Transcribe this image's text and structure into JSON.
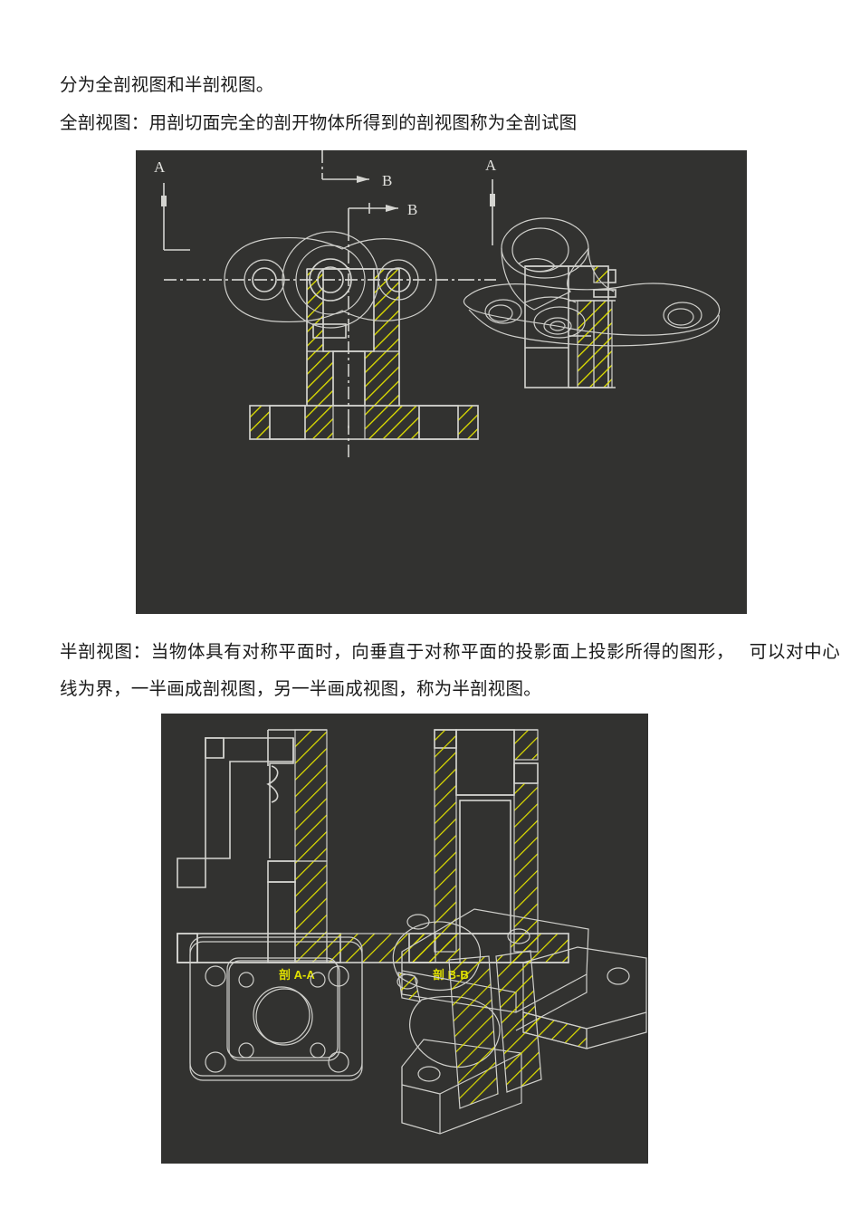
{
  "document": {
    "paragraphs": [
      {
        "id": "p1",
        "text": "分为全剖视图和半剖视图。"
      },
      {
        "id": "p2",
        "text": "全剖视图：用剖切面完全的剖开物体所得到的剖视图称为全剖试图"
      },
      {
        "id": "p3",
        "text": "半剖视图：当物体具有对称平面时，向垂直于对称平面的投影面上投影所得的图形，   可以对中心线为界，一半画成剖视图，另一半画成视图，称为半剖视图。"
      }
    ]
  },
  "figure_one": {
    "caption_role": "full-section-view-illustration",
    "background_color": "#323230",
    "line_color": "#d4d4d0",
    "hatch_color": "#e2e200",
    "labels": {
      "top_section_arrow": "B",
      "bottom_section_arrow": "B",
      "left_section_arrow": "A",
      "iso_section_arrow": "A"
    }
  },
  "figure_two": {
    "caption_role": "half-section-view-illustration",
    "background_color": "#323230",
    "line_color": "#d4d4d0",
    "hatch_color": "#e2e200",
    "labels": {
      "section_a": "剖 A-A",
      "section_b": "剖 B-B"
    }
  }
}
